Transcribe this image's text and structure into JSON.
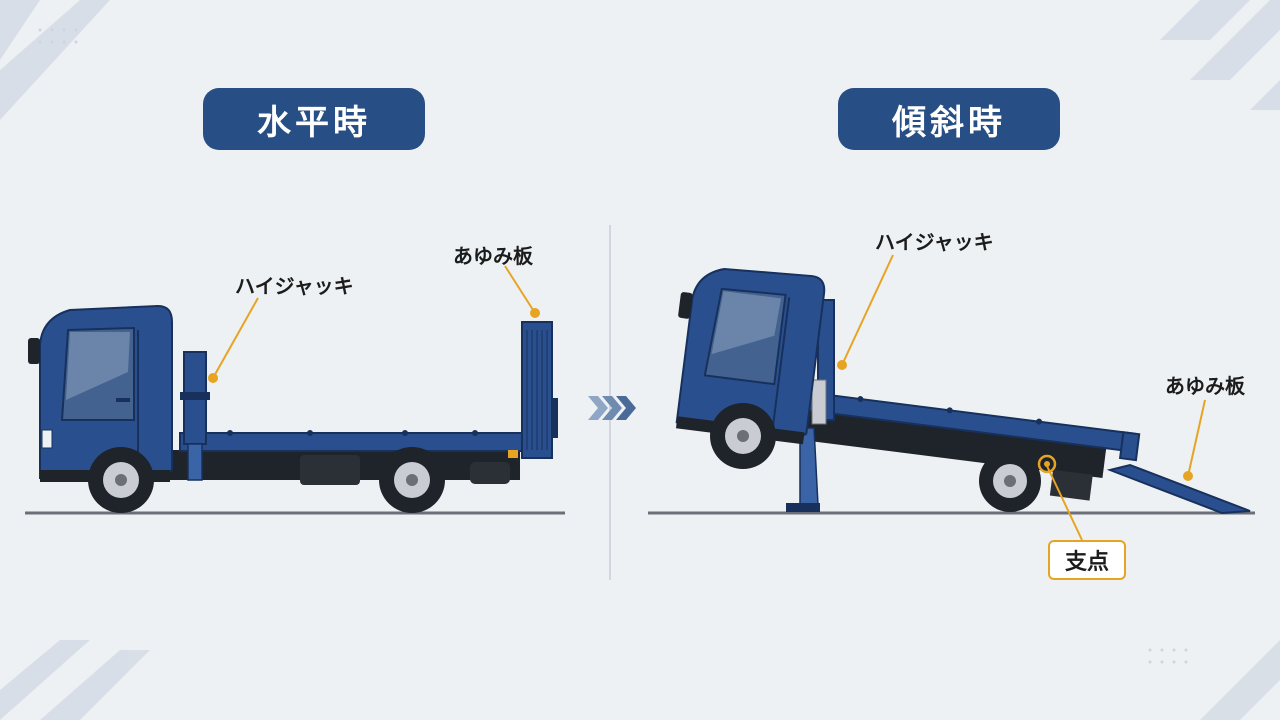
{
  "left_panel": {
    "title": "水平時",
    "labels": {
      "jack": "ハイジャッキ",
      "ramp": "あゆみ板"
    }
  },
  "right_panel": {
    "title": "傾斜時",
    "labels": {
      "jack": "ハイジャッキ",
      "ramp": "あゆみ板",
      "fulcrum": "支点"
    }
  },
  "colors": {
    "truck_blue": "#2a4f8f",
    "title_bg": "#274f85",
    "callout": "#e7a423",
    "background": "#eef1f4"
  }
}
